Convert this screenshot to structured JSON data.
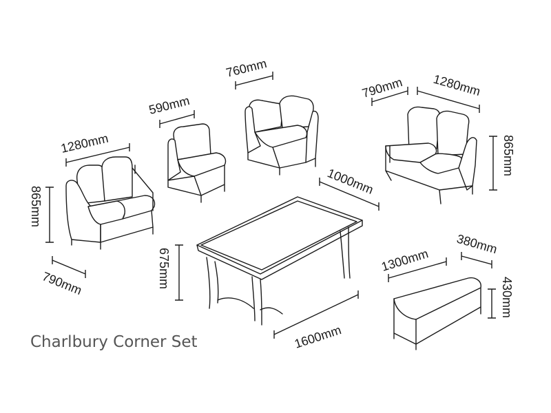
{
  "title": "Charlbury Corner Set",
  "dimensions": {
    "sofa_left_length": "1280mm",
    "sofa_left_height": "865mm",
    "sofa_left_depth": "790mm",
    "armless_chair_width": "590mm",
    "corner_chair_width": "760mm",
    "sofa_right_depth": "790mm",
    "sofa_right_length": "1280mm",
    "sofa_right_height": "865mm",
    "table_width": "1000mm",
    "table_height": "675mm",
    "table_length": "1600mm",
    "bench_length": "1300mm",
    "bench_depth": "380mm",
    "bench_height": "430mm"
  },
  "colors": {
    "line": "#1a1a1a",
    "title": "#555555",
    "background": "#ffffff"
  }
}
